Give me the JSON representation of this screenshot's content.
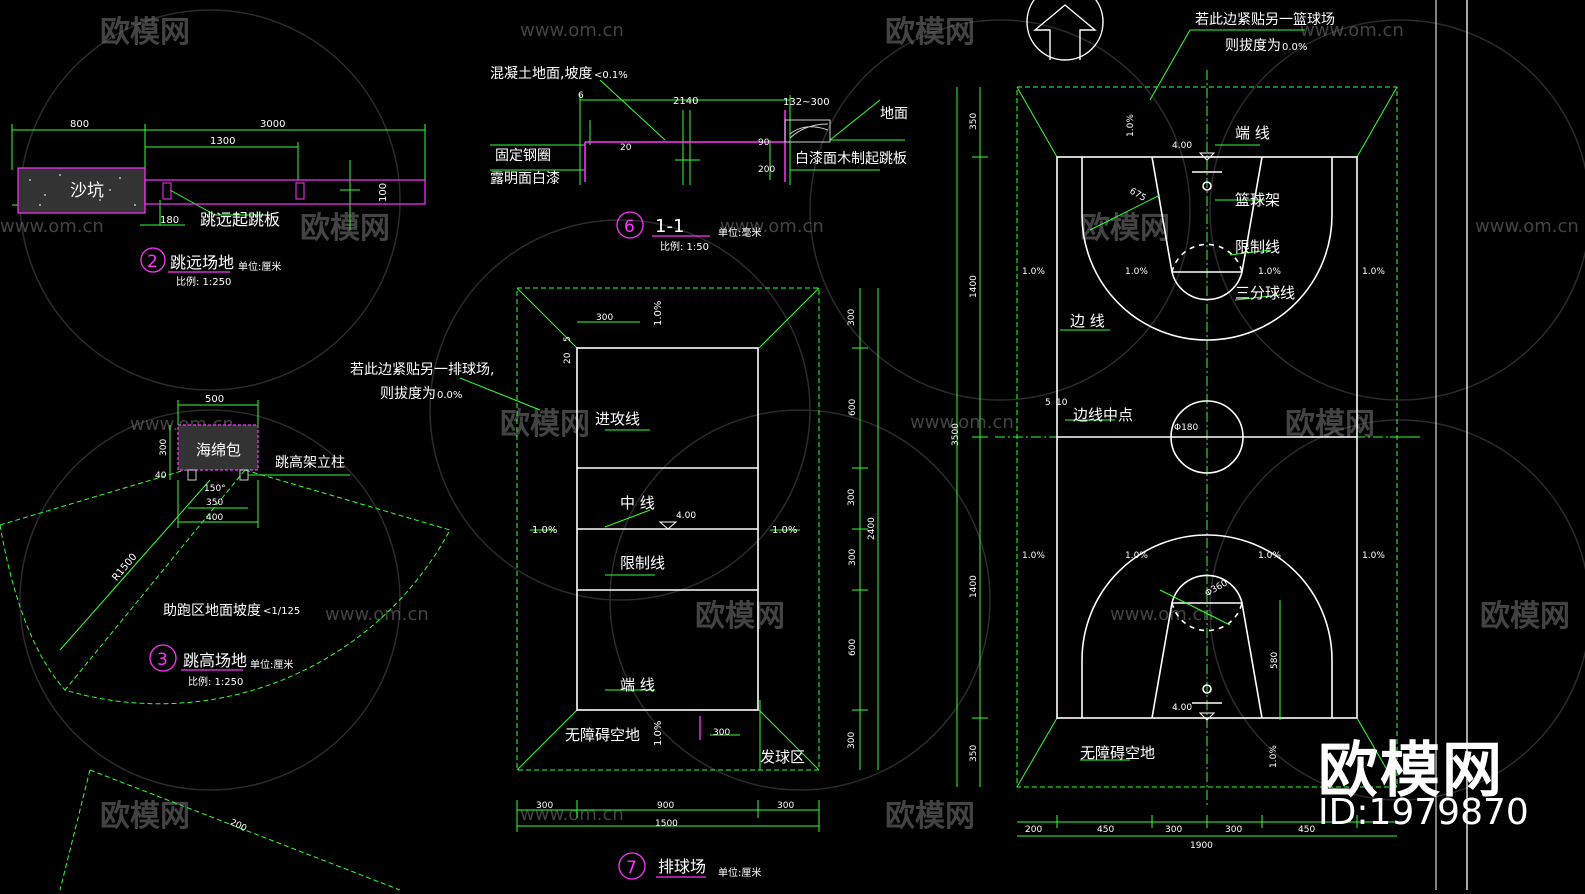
{
  "watermark": {
    "brand": "欧模网",
    "url": "www.om.cn",
    "corner_brand": "欧模网",
    "corner_id": "ID:1979870"
  },
  "colors": {
    "background": "#000000",
    "outline": "#ffffff",
    "annotation": "#33ff33",
    "highlight": "#ff33ff",
    "watermark": "#7a7a7a"
  },
  "long_jump": {
    "sand_pit": "沙坑",
    "takeoff_board": "跳远起跳板",
    "dim_800": "800",
    "dim_3000": "3000",
    "dim_1300": "1300",
    "dim_100": "100",
    "dim_180": "180",
    "title": "跳远场地",
    "number": "2",
    "unit": "单位:厘米",
    "scale": "比例: 1:250"
  },
  "section_detail": {
    "concrete": "混凝土地面,坡度",
    "slope": "<0.1%",
    "dim_214": "2140",
    "dim_range": "132~300",
    "dim_6": "6",
    "dim_20": "20",
    "dim_90": "90",
    "dim_200": "200",
    "steel_ring": "固定钢圈",
    "paint": "露明面白漆",
    "ground": "地面",
    "wood": "白漆面木制起跳板",
    "number": "6",
    "title": "1-1",
    "unit": "单位:毫米",
    "scale": "比例: 1:50"
  },
  "high_jump": {
    "foam": "海绵包",
    "post": "跳高架立柱",
    "dim_500": "500",
    "dim_300": "300",
    "dim_40": "40",
    "dim_350": "350",
    "dim_400": "400",
    "angle": "150°",
    "radius": "R1500",
    "runway": "助跑区地面坡度",
    "slope": "<1/125",
    "title": "跳高场地",
    "number": "3",
    "unit": "单位:厘米",
    "scale": "比例: 1:250",
    "dim_200": "200"
  },
  "volleyball": {
    "note_line1": "若此边紧贴另一排球场,",
    "note_line2": "则拔度为",
    "note_val": "0.0%",
    "attack": "进攻线",
    "center": "中 线",
    "restrict": "限制线",
    "end": "端 线",
    "free": "无障碍空地",
    "serve": "发球区",
    "slope": "1.0%",
    "dim_300": "300",
    "dim_900": "900",
    "dim_1500": "1500",
    "dim_600": "600",
    "dim_2400": "2400",
    "dim_20": "20",
    "dim_5": "5",
    "dim_4": "4.00",
    "number": "7",
    "title": "排球场",
    "unit": "单位:厘米"
  },
  "basketball": {
    "note_line1": "若此边紧贴另一篮球场",
    "note_line2": "则拔度为",
    "note_val": "0.0%",
    "end": "端 线",
    "hoop": "篮球架",
    "restrict": "限制线",
    "three": "三分球线",
    "side": "边 线",
    "mid": "边线中点",
    "free": "无障碍空地",
    "slope": "1.0%",
    "dim_350": "350",
    "dim_1400": "1400",
    "dim_3500": "3500",
    "dim_200": "200",
    "dim_450": "450",
    "dim_300": "300",
    "dim_1900": "1900",
    "dim_4": "4.00",
    "dim_675": "675",
    "dim_580": "580",
    "dim_180": "Φ180",
    "dim_360": "Φ360",
    "dim_5": "5",
    "dim_10": "10"
  }
}
